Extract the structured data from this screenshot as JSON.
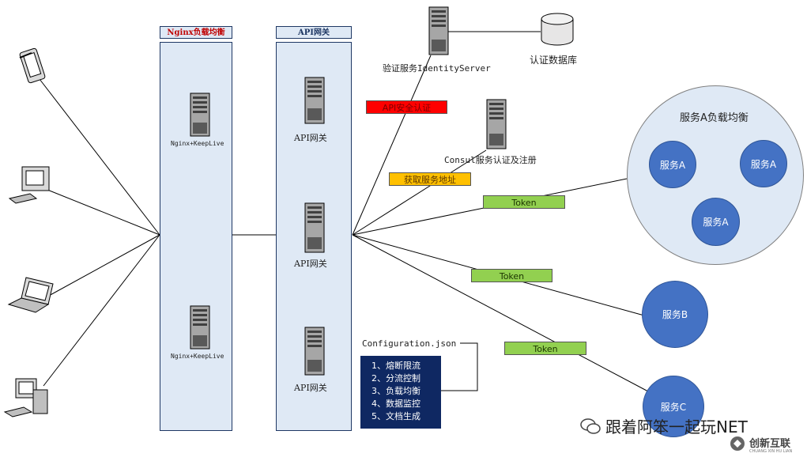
{
  "nginx_column": {
    "header": "Nginx负载均衡",
    "server_label_1": "Nginx+KeepLive",
    "server_label_2": "Nginx+KeepLive"
  },
  "gateway_column": {
    "header": "API网关",
    "gateways": [
      "API网关",
      "API网关",
      "API网关"
    ]
  },
  "identity_server": {
    "label": "验证服务IdentityServer"
  },
  "auth_db": {
    "label": "认证数据库"
  },
  "consul": {
    "label": "Consul服务认证及注册"
  },
  "tags": {
    "api_auth": "API安全认证",
    "get_address": "获取服务地址",
    "token_1": "Token",
    "token_2": "Token",
    "token_3": "Token"
  },
  "service_a_group": {
    "title": "服务A负载均衡",
    "instances": [
      "服务A",
      "服务A",
      "服务A"
    ]
  },
  "service_b": "服务B",
  "service_c": "服务C",
  "config": {
    "title": "Configuration.json",
    "items": [
      "1、熔断限流",
      "2、分流控制",
      "3、负载均衡",
      "4、数据监控",
      "5、文档生成"
    ]
  },
  "watermark": {
    "text": "跟着阿笨一起玩NET",
    "brand": "创新互联",
    "brand_sub": "CHUANG XIN HU LIAN"
  },
  "colors": {
    "column_fill": "#dfe9f5",
    "service_blue": "#4472c4",
    "config_navy": "#0f2862",
    "tag_red": "#ff0000",
    "tag_orange": "#ffc000",
    "tag_green": "#92d050"
  },
  "icons": [
    "tablet-icon",
    "desktop-crt-icon",
    "laptop-icon",
    "workstation-icon",
    "server-tower-icon",
    "database-cylinder-icon",
    "wechat-icon",
    "logo-icon"
  ]
}
